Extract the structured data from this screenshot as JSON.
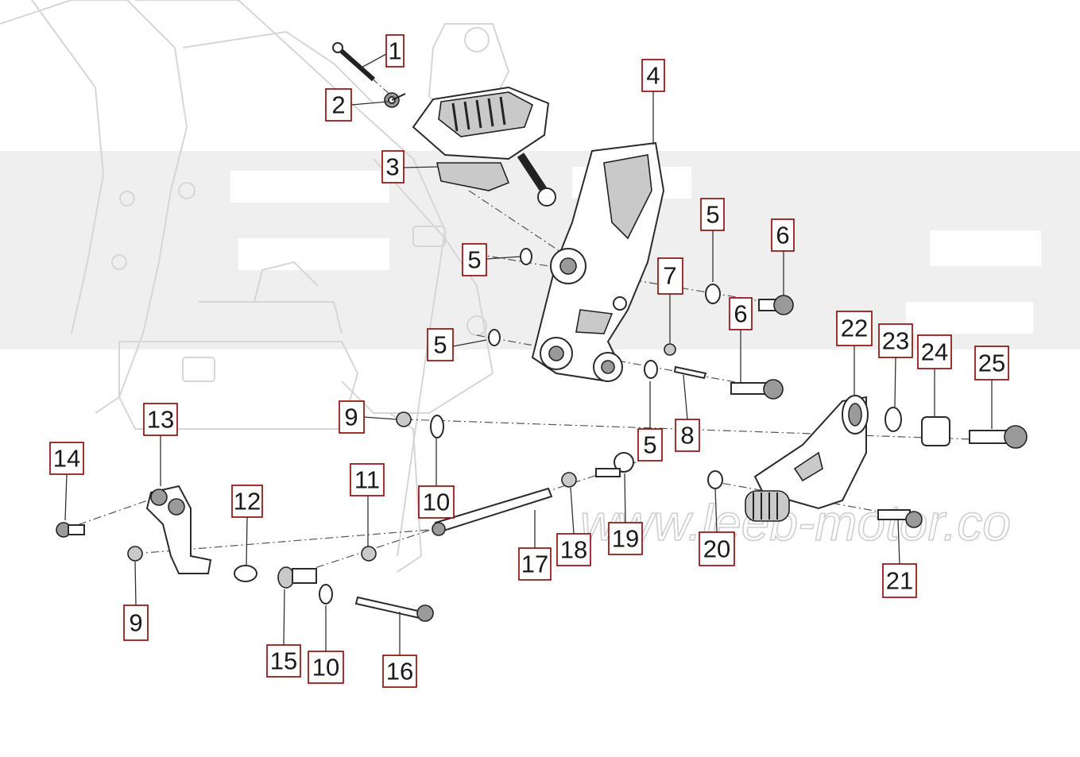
{
  "watermark": "www.leeb-motor.co",
  "callouts": {
    "c1": "1",
    "c2": "2",
    "c3": "3",
    "c4": "4",
    "c5a": "5",
    "c5b": "5",
    "c5c": "5",
    "c5d": "5",
    "c6a": "6",
    "c6b": "6",
    "c7": "7",
    "c8": "8",
    "c9a": "9",
    "c9b": "9",
    "c10a": "10",
    "c10b": "10",
    "c11": "11",
    "c12": "12",
    "c13": "13",
    "c14": "14",
    "c15": "15",
    "c16": "16",
    "c17": "17",
    "c18": "18",
    "c19": "19",
    "c20": "20",
    "c21": "21",
    "c22": "22",
    "c23": "23",
    "c24": "24",
    "c25": "25"
  },
  "colors": {
    "callout_border": "#8b0000",
    "watermark": "#cfcfcf",
    "frame_ghost": "#d6d6d6"
  }
}
